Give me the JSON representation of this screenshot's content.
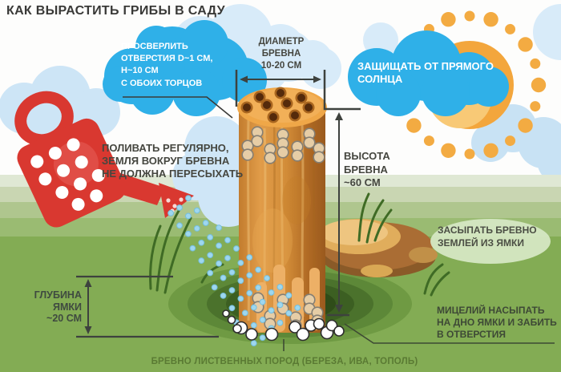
{
  "title": "КАК ВЫРАСТИТЬ ГРИБЫ В САДУ",
  "callouts": {
    "drill": {
      "line1": "ПРОСВЕРЛИТЬ",
      "line2": "ОТВЕРСТИЯ D~1 СМ,",
      "line3": "H~10 СМ",
      "line4": "С ОБОИХ ТОРЦОВ"
    },
    "sun": {
      "line1": "ЗАЩИЩАТЬ ОТ ПРЯМОГО",
      "line2": "СОЛНЦА"
    },
    "watering": {
      "line1": "ПОЛИВАТЬ РЕГУЛЯРНО,",
      "line2": "ЗЕМЛЯ ВОКРУГ БРЕВНА",
      "line3": "НЕ ДОЛЖНА ПЕРЕСЫХАТЬ"
    },
    "bury": {
      "line1": "ЗАСЫПАТЬ БРЕВНО",
      "line2": "ЗЕМЛЕЙ ИЗ ЯМКИ"
    },
    "mycelium": {
      "line1": "МИЦЕЛИЙ НАСЫПАТЬ",
      "line2": "НА ДНО ЯМКИ И ЗАБИТЬ",
      "line3": "В ОТВЕРСТИЯ"
    }
  },
  "measurements": {
    "diameter": {
      "line1": "ДИАМЕТР",
      "line2": "БРЕВНА",
      "line3": "10-20 СМ"
    },
    "height": {
      "line1": "ВЫСОТА",
      "line2": "БРЕВНА",
      "line3": "~60 СМ"
    },
    "depth": {
      "line1": "ГЛУБИНА",
      "line2": "ЯМКИ",
      "line3": "~20 СМ"
    }
  },
  "footer": {
    "caption": "БРЕВНО ЛИСТВЕННЫХ ПОРОД (БЕРЕЗА, ИВА, ТОПОЛЬ)"
  },
  "colors": {
    "accent_blue": "#2fb0e8",
    "light_cloud_blue": "#cde5f6",
    "watering_can_red": "#d93830",
    "sun_orange": "#f3a63c",
    "log_brown": "#d28c38",
    "grass_green": "#83ac54",
    "pit_dark_green": "#2f4c19",
    "text_dark": "#45463f",
    "footer_green": "#5a7a33",
    "droplet_blue": "#9fd7ef"
  }
}
